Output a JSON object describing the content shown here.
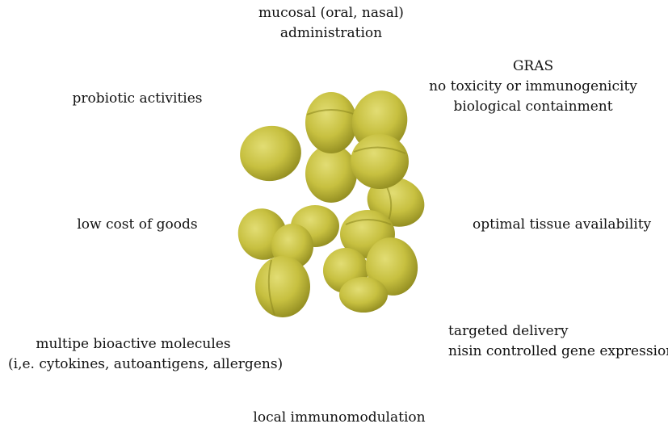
{
  "labels": {
    "mucosal": [
      "mucosal (oral, nasal)",
      "administration"
    ],
    "gras": [
      "GRAS",
      "no toxicity or immunogenicity",
      "biological containment"
    ],
    "probiotic": [
      "probiotic activities"
    ],
    "cost": [
      "low cost of goods"
    ],
    "tissue": [
      "optimal tissue availability"
    ],
    "bioactive": [
      "multipe bioactive molecules",
      "(i,e. cytokines, autoantigens, allergens)"
    ],
    "targeted": [
      "targeted delivery",
      "nisin controlled gene expression"
    ],
    "local": [
      "local immunomodulation"
    ]
  },
  "colors": {
    "cell_fill": "#c7c040",
    "cell_dark": "#8f8a1f",
    "cell_light": "#ddd86a"
  }
}
